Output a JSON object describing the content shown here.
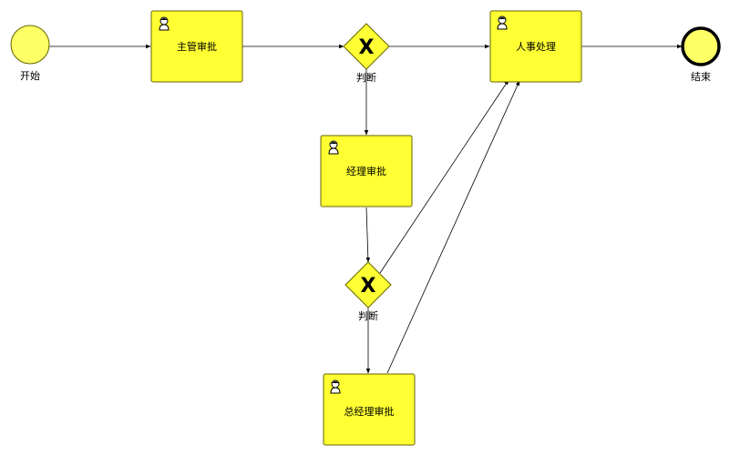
{
  "diagram": {
    "start_event": {
      "label": "开始"
    },
    "end_event": {
      "label": "结束"
    },
    "tasks": {
      "supervisor": {
        "label": "主管审批",
        "icon": "user-icon"
      },
      "hr": {
        "label": "人事处理",
        "icon": "user-icon"
      },
      "manager": {
        "label": "经理审批",
        "icon": "user-icon"
      },
      "gm": {
        "label": "总经理审批",
        "icon": "user-icon"
      }
    },
    "gateways": {
      "g1": {
        "label": "判断",
        "marker": "X"
      },
      "g2": {
        "label": "判断",
        "marker": "X"
      }
    },
    "colors": {
      "task_fill": "#ffff33",
      "event_fill": "#ffff66",
      "gateway_fill": "#ffff33",
      "stroke": "#000000"
    }
  }
}
